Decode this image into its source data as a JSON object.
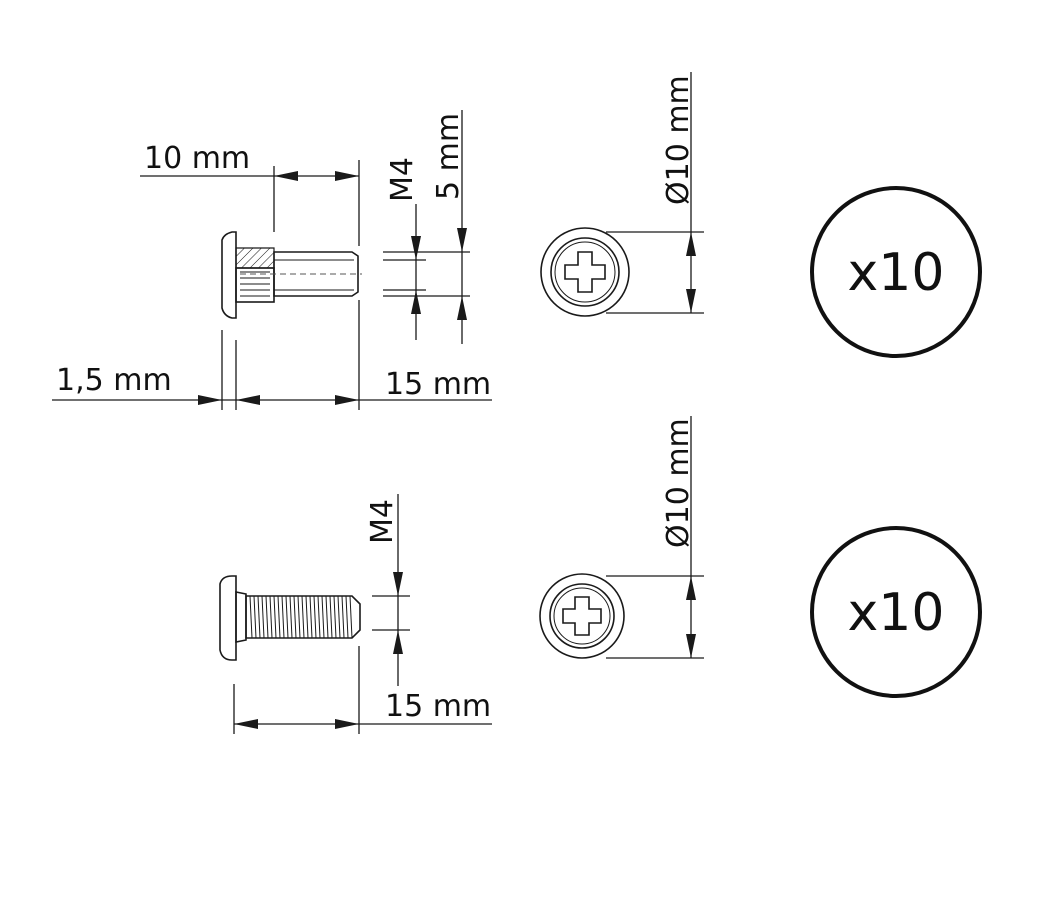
{
  "top_set": {
    "head_thickness_label": "1,5 mm",
    "sleeve_length_label": "10 mm",
    "total_length_label": "15 mm",
    "thread_label": "M4",
    "outer_diameter_label": "5 mm",
    "head_diameter_label": "Ø10 mm",
    "quantity_label": "x10"
  },
  "bottom_set": {
    "thread_label": "M4",
    "total_length_label": "15 mm",
    "head_diameter_label": "Ø10 mm",
    "quantity_label": "x10"
  },
  "colors": {
    "line": "#1a1a1a",
    "background": "#ffffff"
  }
}
